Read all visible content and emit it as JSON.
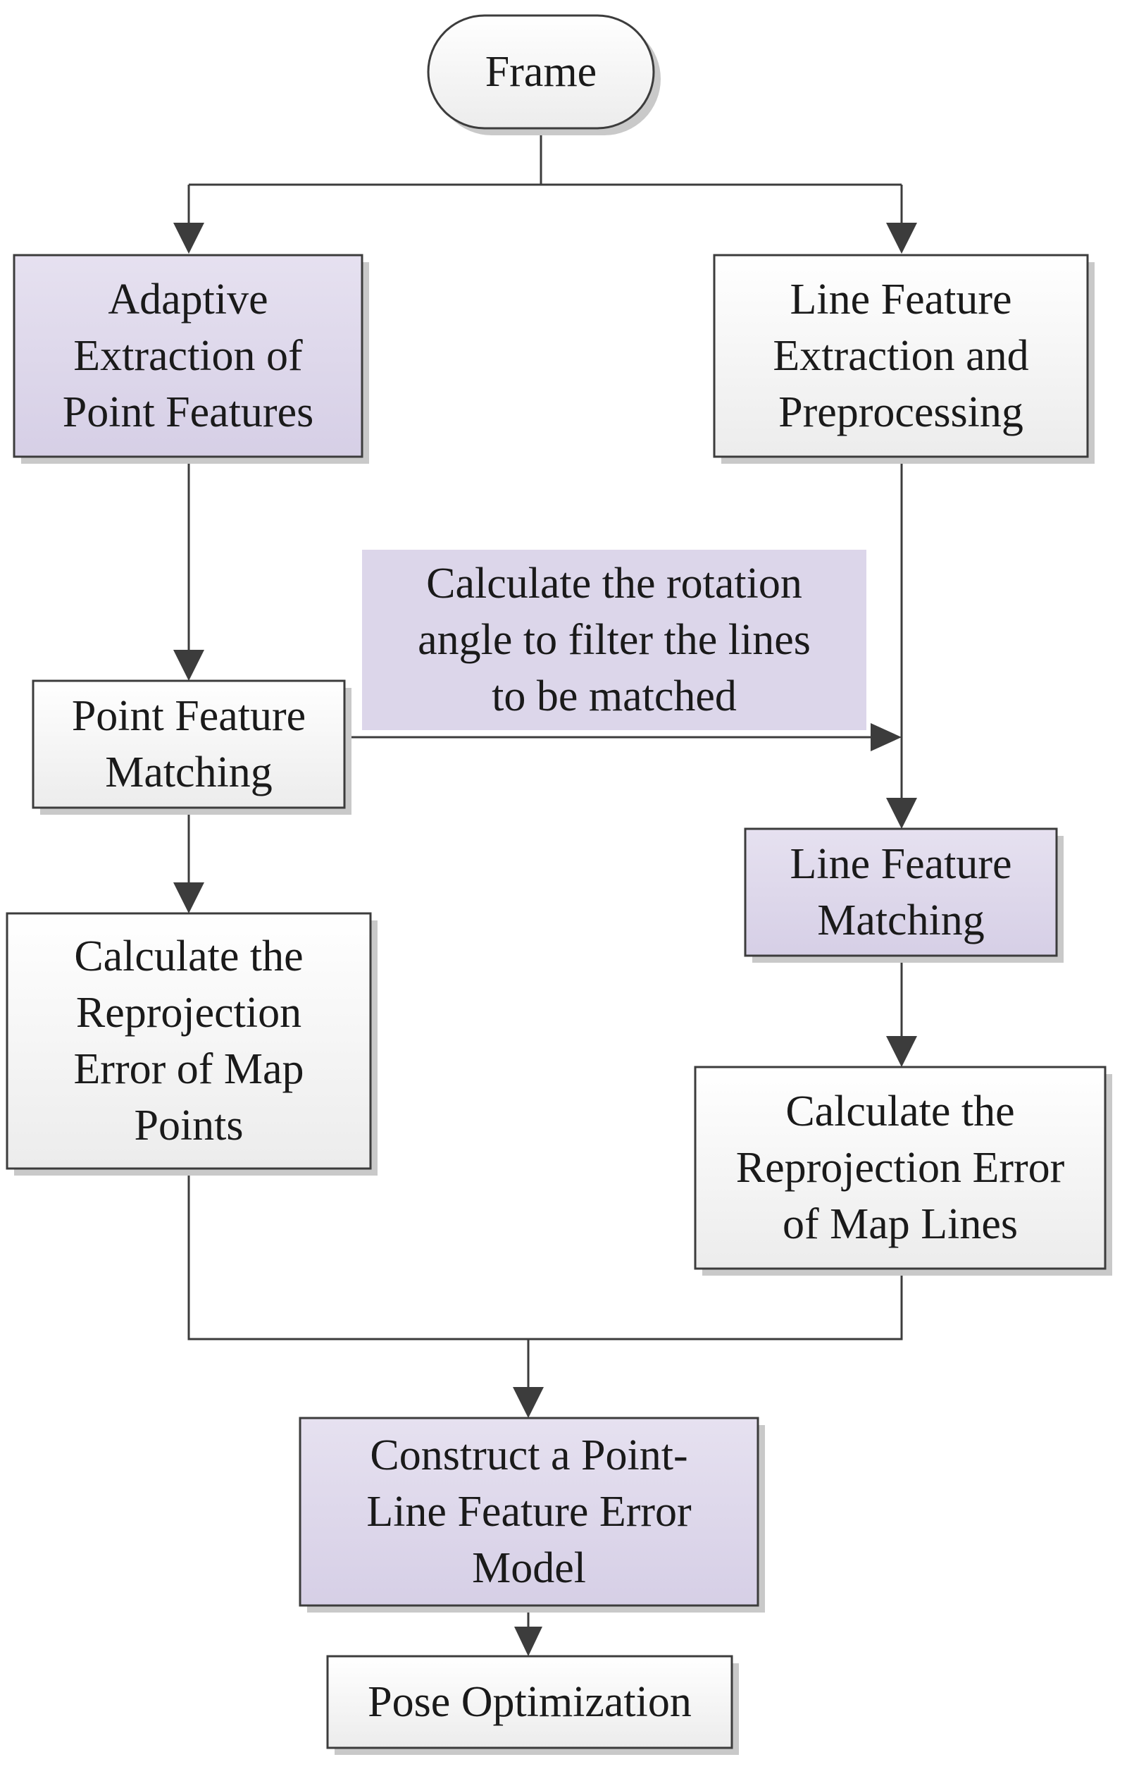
{
  "colors": {
    "highlight_fill": "#dcd6ea",
    "plain_fill": "#f4f4f4",
    "stroke": "#3c3c3c",
    "text": "#1a1a1a"
  },
  "nodes": {
    "frame": {
      "lines": [
        "Frame"
      ],
      "shape": "terminal",
      "style": "plain"
    },
    "adaptive_extraction": {
      "lines": [
        "Adaptive",
        "Extraction of",
        "Point Features"
      ],
      "shape": "process",
      "style": "highlight"
    },
    "line_extraction": {
      "lines": [
        "Line Feature",
        "Extraction and",
        "Preprocessing"
      ],
      "shape": "process",
      "style": "plain"
    },
    "rotation_angle": {
      "lines": [
        "Calculate the rotation",
        "angle to filter the lines",
        "to be matched"
      ],
      "shape": "annotation",
      "style": "highlight"
    },
    "point_matching": {
      "lines": [
        "Point Feature",
        "Matching"
      ],
      "shape": "process",
      "style": "plain"
    },
    "line_matching": {
      "lines": [
        "Line Feature",
        "Matching"
      ],
      "shape": "process",
      "style": "highlight"
    },
    "reproj_points": {
      "lines": [
        "Calculate the",
        "Reprojection",
        "Error of Map",
        "Points"
      ],
      "shape": "process",
      "style": "plain"
    },
    "reproj_lines": {
      "lines": [
        "Calculate the",
        "Reprojection Error",
        "of Map Lines"
      ],
      "shape": "process",
      "style": "plain"
    },
    "error_model": {
      "lines": [
        "Construct a Point-",
        "Line Feature Error",
        "Model"
      ],
      "shape": "process",
      "style": "highlight"
    },
    "pose_optimization": {
      "lines": [
        "Pose Optimization"
      ],
      "shape": "process",
      "style": "plain"
    }
  },
  "edges": [
    {
      "from": "frame",
      "to": "adaptive_extraction"
    },
    {
      "from": "frame",
      "to": "line_extraction"
    },
    {
      "from": "adaptive_extraction",
      "to": "point_matching"
    },
    {
      "from": "point_matching",
      "to": "line_extraction_to_line_matching_path"
    },
    {
      "from": "line_extraction",
      "to": "line_matching"
    },
    {
      "from": "point_matching",
      "to": "reproj_points"
    },
    {
      "from": "line_matching",
      "to": "reproj_lines"
    },
    {
      "from": "reproj_points",
      "to": "error_model"
    },
    {
      "from": "reproj_lines",
      "to": "error_model"
    },
    {
      "from": "error_model",
      "to": "pose_optimization"
    }
  ]
}
